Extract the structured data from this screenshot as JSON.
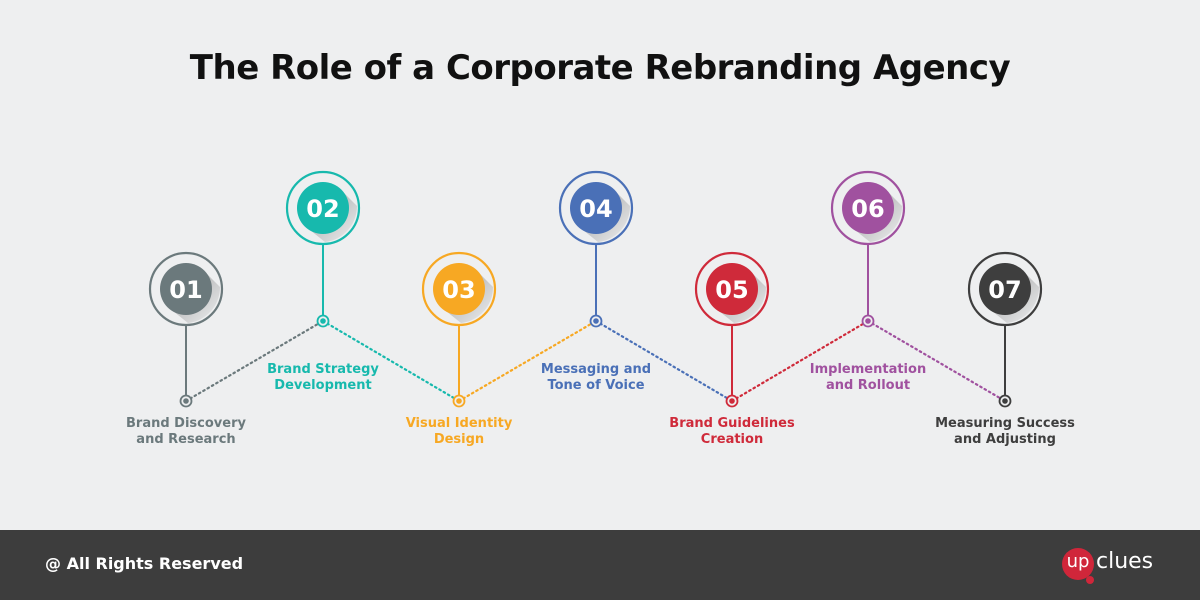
{
  "title": "The Role of a Corporate Rebranding Agency",
  "steps": [
    {
      "number": "01",
      "label": [
        "Brand Discovery",
        "and Research"
      ],
      "color": "#6b797c",
      "level": "low"
    },
    {
      "number": "02",
      "label": [
        "Brand Strategy",
        "Development"
      ],
      "color": "#17b9ad",
      "level": "high"
    },
    {
      "number": "03",
      "label": [
        "Visual Identity",
        "Design"
      ],
      "color": "#f7a823",
      "level": "low"
    },
    {
      "number": "04",
      "label": [
        "Messaging and",
        "Tone of Voice"
      ],
      "color": "#4a70b7",
      "level": "high"
    },
    {
      "number": "05",
      "label": [
        "Brand Guidelines",
        "Creation"
      ],
      "color": "#cf2a3a",
      "level": "low"
    },
    {
      "number": "06",
      "label": [
        "Implementation",
        "and Rollout"
      ],
      "color": "#a0519f",
      "level": "high"
    },
    {
      "number": "07",
      "label": [
        "Measuring Success",
        "and Adjusting"
      ],
      "color": "#3e3e3e",
      "level": "low"
    }
  ],
  "footer": {
    "rights": "@ All Rights Reserved",
    "logo_badge": "up",
    "logo_word": "clues"
  }
}
